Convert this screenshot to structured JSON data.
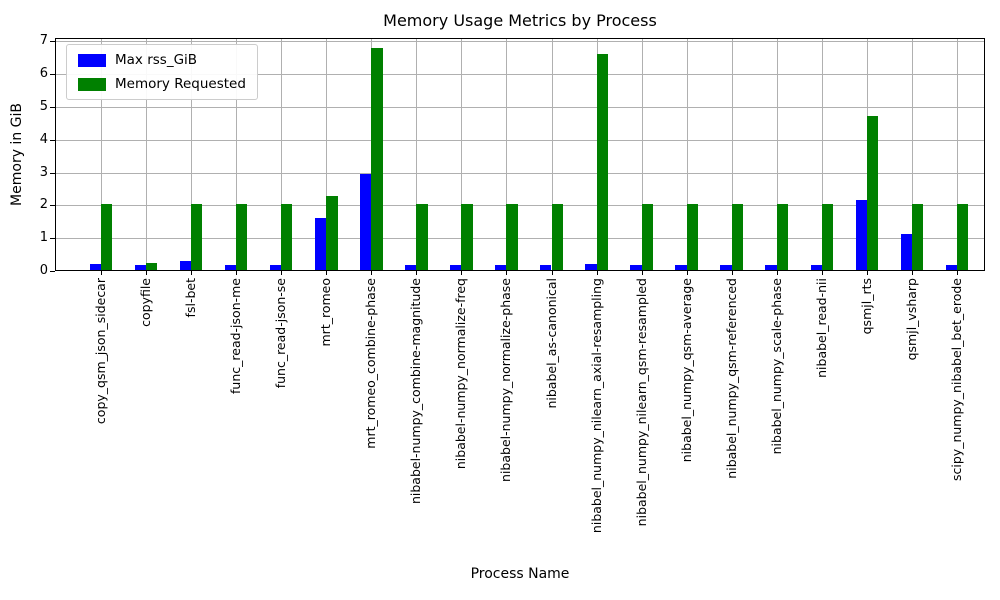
{
  "chart_data": {
    "type": "bar",
    "title": "Memory Usage Metrics by Process",
    "xlabel": "Process Name",
    "ylabel": "Memory in GiB",
    "ylim": [
      0,
      7.1
    ],
    "yticks": [
      0,
      1,
      2,
      3,
      4,
      5,
      6,
      7
    ],
    "grid": true,
    "legend_position": "upper left",
    "background_color": "#ffffff",
    "grid_color": "#b0b0b0",
    "spine_color": "#000000",
    "categories": [
      "copy_qsm_json_sidecar",
      "copyfile",
      "fsl-bet",
      "func_read-json-me",
      "func_read-json-se",
      "mrt_romeo",
      "mrt_romeo_combine-phase",
      "nibabel-numpy_combine-magnitude",
      "nibabel-numpy_normalize-freq",
      "nibabel-numpy_normalize-phase",
      "nibabel_as-canonical",
      "nibabel_numpy_nilearn_axial-resampling",
      "nibabel_numpy_nilearn_qsm-resampled",
      "nibabel_numpy_qsm-average",
      "nibabel_numpy_qsm-referenced",
      "nibabel_numpy_scale-phase",
      "nibabel_read-nii",
      "qsmjl_rts",
      "qsmjl_vsharp",
      "scipy_numpy_nibabel_bet_erode"
    ],
    "series": [
      {
        "name": "Max rss_GiB",
        "color": "#0000ff",
        "values": [
          0.17,
          0.16,
          0.26,
          0.16,
          0.16,
          1.6,
          2.93,
          0.16,
          0.16,
          0.16,
          0.16,
          0.17,
          0.16,
          0.16,
          0.16,
          0.16,
          0.16,
          2.13,
          1.1,
          0.16
        ]
      },
      {
        "name": "Memory Requested",
        "color": "#008000",
        "values": [
          2.0,
          0.22,
          2.0,
          2.0,
          2.0,
          2.27,
          6.78,
          2.0,
          2.0,
          2.0,
          2.0,
          6.58,
          2.0,
          2.0,
          2.0,
          2.0,
          2.0,
          4.7,
          2.0,
          2.0
        ]
      }
    ]
  }
}
